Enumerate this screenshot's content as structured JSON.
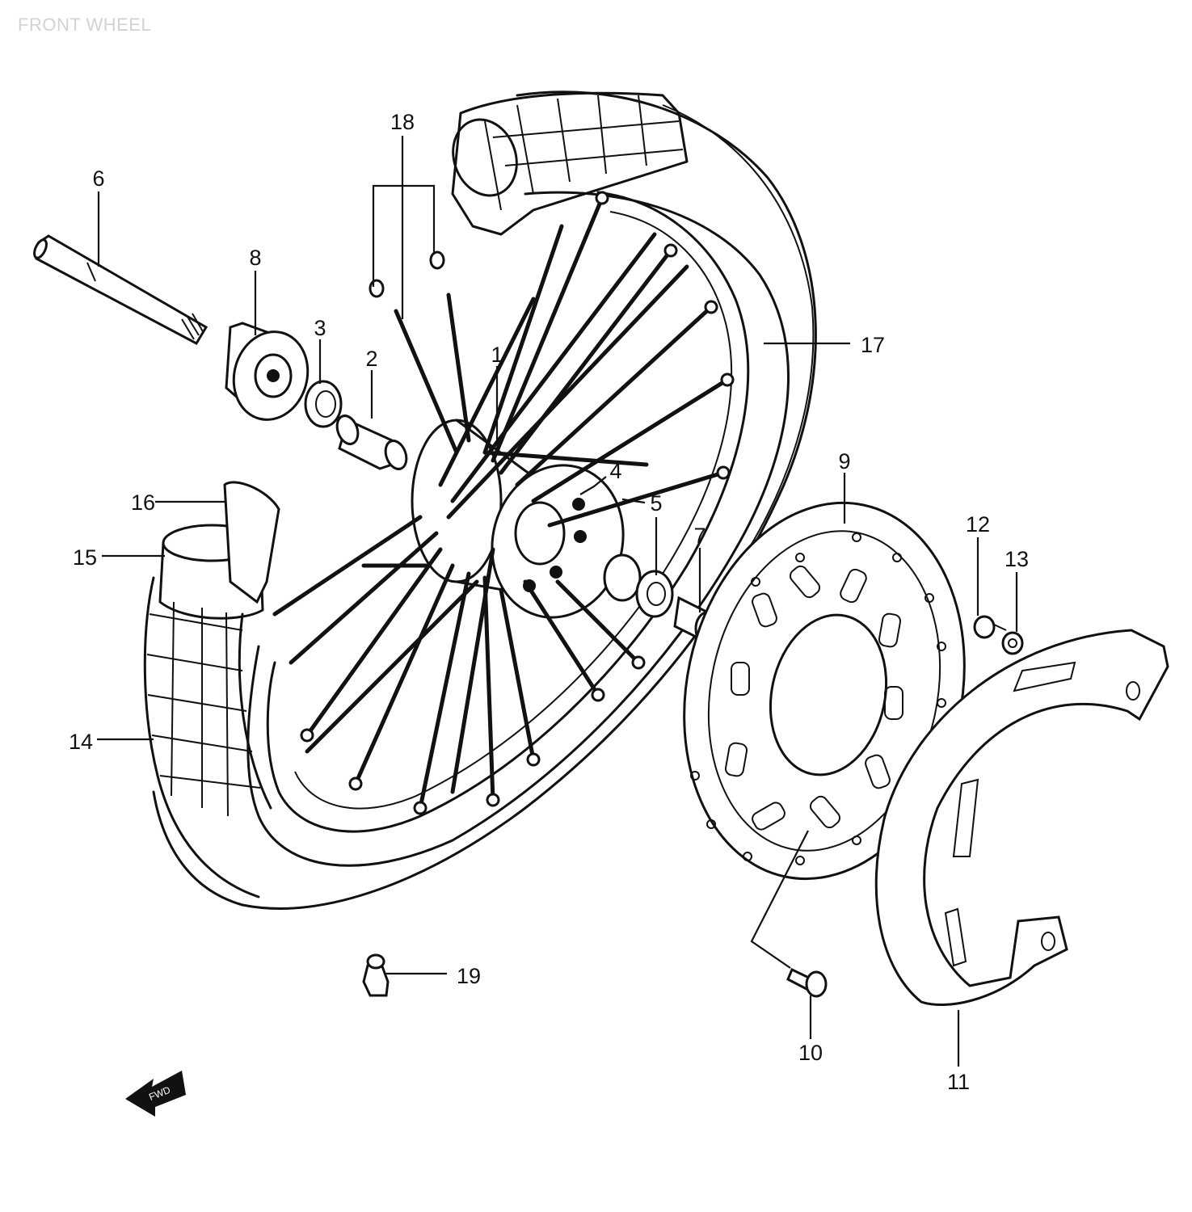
{
  "title": "FRONT WHEEL",
  "fwd_arrow": {
    "label": "FWD"
  },
  "callouts": [
    {
      "id": "p1",
      "number": "1"
    },
    {
      "id": "p2",
      "number": "2"
    },
    {
      "id": "p3",
      "number": "3"
    },
    {
      "id": "p4",
      "number": "4"
    },
    {
      "id": "p5",
      "number": "5"
    },
    {
      "id": "p6",
      "number": "6"
    },
    {
      "id": "p7",
      "number": "7"
    },
    {
      "id": "p8",
      "number": "8"
    },
    {
      "id": "p9",
      "number": "9"
    },
    {
      "id": "p10",
      "number": "10"
    },
    {
      "id": "p11",
      "number": "11"
    },
    {
      "id": "p12",
      "number": "12"
    },
    {
      "id": "p13",
      "number": "13"
    },
    {
      "id": "p14",
      "number": "14"
    },
    {
      "id": "p15",
      "number": "15"
    },
    {
      "id": "p16",
      "number": "16"
    },
    {
      "id": "p17",
      "number": "17"
    },
    {
      "id": "p18",
      "number": "18"
    },
    {
      "id": "p19",
      "number": "19"
    }
  ]
}
